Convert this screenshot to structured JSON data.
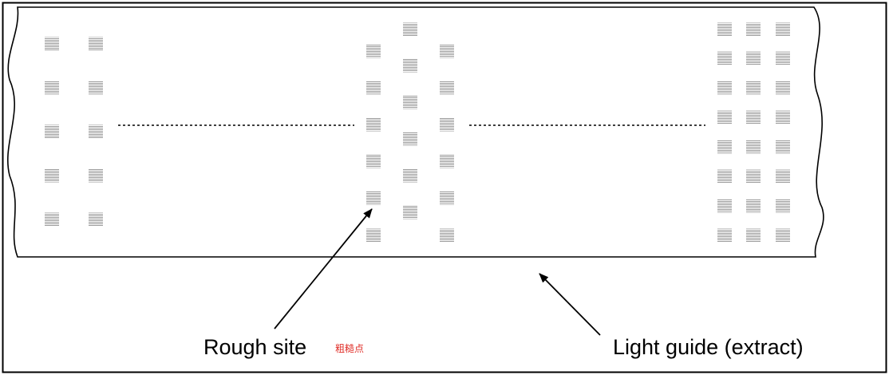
{
  "labels": {
    "rough_site": "Rough site",
    "rough_site_cjk": "粗糙点",
    "light_guide": "Light guide (extract)"
  },
  "colors": {
    "line": "#000000",
    "dot": "#888888",
    "annotation_cjk": "#e0302a",
    "background": "#ffffff"
  },
  "icons": {
    "rough_dot": "hatched-square"
  }
}
